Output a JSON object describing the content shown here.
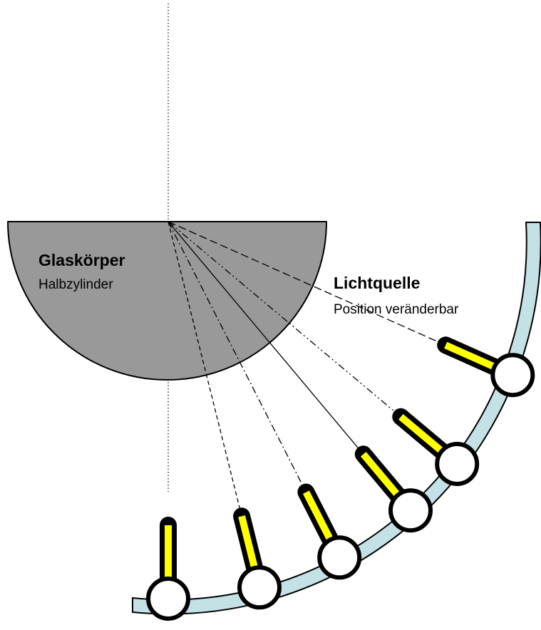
{
  "glass_body": {
    "title": "Glaskörper",
    "subtitle": "Halbzylinder",
    "fill_color": "#999999"
  },
  "light_source": {
    "title": "Lichtquelle",
    "subtitle": "Position veränderbar",
    "tube_color": "#ffff00"
  },
  "track_color": "#c4e2e6",
  "light_positions": [
    {
      "angle_deg": 0,
      "ray_style": "dotted"
    },
    {
      "angle_deg": 14,
      "ray_style": "dashed"
    },
    {
      "angle_deg": 27,
      "ray_style": "dash-dot"
    },
    {
      "angle_deg": 40,
      "ray_style": "solid"
    },
    {
      "angle_deg": 50,
      "ray_style": "dash-dot-dot"
    },
    {
      "angle_deg": 66,
      "ray_style": "long-dash"
    }
  ]
}
